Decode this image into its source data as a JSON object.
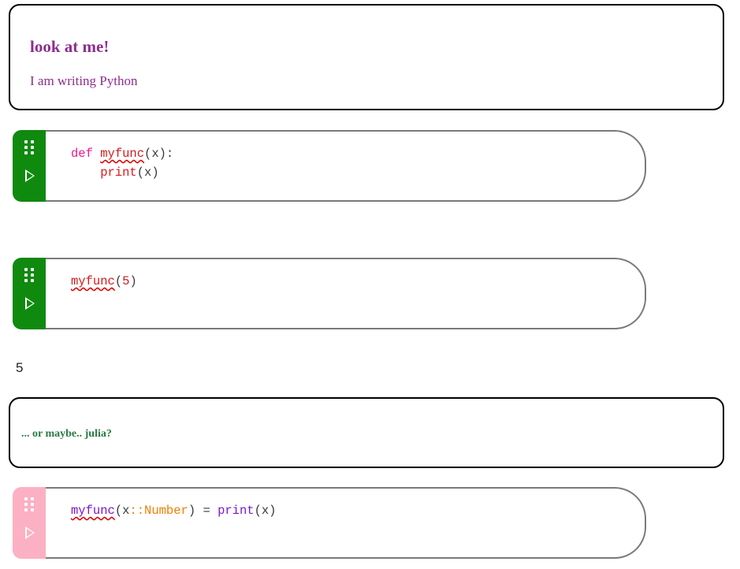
{
  "notebook": {
    "cells": [
      {
        "kind": "markdown",
        "heading": "look at me!",
        "paragraph": "I am writing Python",
        "heading_color": "#8e2d8e",
        "paragraph_color": "#8e2d8e",
        "border_color": "#000000"
      },
      {
        "kind": "code",
        "language": "python",
        "gutter_color": "#0f8a0f",
        "drag_handle_icon": "drag-dots-icon",
        "run_icon": "play-triangle-icon",
        "lines": [
          [
            {
              "text": "def ",
              "style": "tok-kw-py"
            },
            {
              "text": "myfunc",
              "style": "tok-fn-py squiggle"
            },
            {
              "text": "(x):",
              "style": "tok-punc"
            }
          ],
          [
            {
              "text": "    ",
              "style": "tok-punc"
            },
            {
              "text": "print",
              "style": "tok-call-py"
            },
            {
              "text": "(x)",
              "style": "tok-punc"
            }
          ]
        ]
      },
      {
        "kind": "code",
        "language": "python",
        "gutter_color": "#0f8a0f",
        "drag_handle_icon": "drag-dots-icon",
        "run_icon": "play-triangle-icon",
        "lines": [
          [
            {
              "text": "myfunc",
              "style": "tok-fn-py squiggle"
            },
            {
              "text": "(",
              "style": "tok-punc"
            },
            {
              "text": "5",
              "style": "tok-num"
            },
            {
              "text": ")",
              "style": "tok-punc"
            }
          ]
        ]
      },
      {
        "kind": "output",
        "text": "5"
      },
      {
        "kind": "markdown",
        "heading": "",
        "paragraph": "... or maybe.. julia?",
        "paragraph_color": "#2a7a43",
        "border_color": "#000000"
      },
      {
        "kind": "code",
        "language": "julia",
        "gutter_color": "#fcb0c3",
        "drag_handle_icon": "drag-dots-icon",
        "run_icon": "play-triangle-icon",
        "lines": [
          [
            {
              "text": "myfunc",
              "style": "tok-fn-jl squiggle"
            },
            {
              "text": "(x",
              "style": "tok-punc"
            },
            {
              "text": "::Number",
              "style": "tok-type-jl"
            },
            {
              "text": ") = ",
              "style": "tok-punc"
            },
            {
              "text": "print",
              "style": "tok-fn-jl"
            },
            {
              "text": "(x)",
              "style": "tok-punc"
            }
          ]
        ]
      }
    ]
  },
  "palette": {
    "python_gutter": "#0f8a0f",
    "julia_gutter": "#fcb0c3",
    "markdown_purple": "#8e2d8e",
    "markdown_green": "#2a7a43",
    "editor_border": "#7a7a7a",
    "squiggle_red": "#e00000",
    "python_keyword": "#f01a8d",
    "python_function": "#d61a1a",
    "julia_function": "#7a17d4",
    "julia_type": "#f08000"
  }
}
